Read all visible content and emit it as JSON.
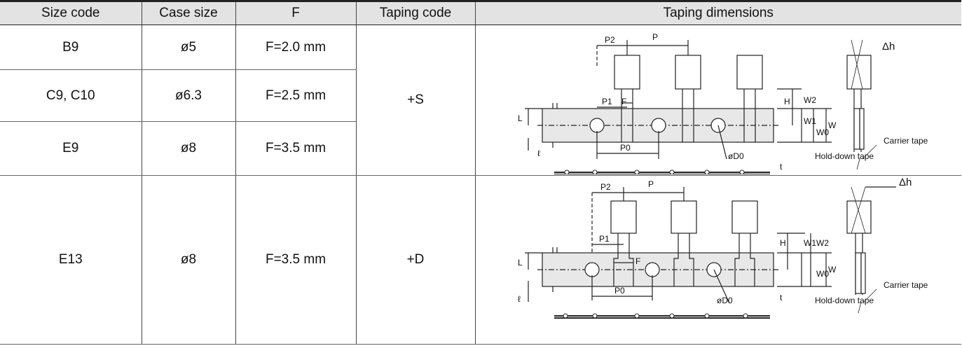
{
  "table": {
    "headers": [
      "Size code",
      "Case size",
      "F",
      "Taping code",
      "Taping dimensions"
    ],
    "rows": [
      {
        "size_code": "B9",
        "case_size": "ø5",
        "f": "F=2.0 mm"
      },
      {
        "size_code": "C9, C10",
        "case_size": "ø6.3",
        "f": "F=2.5 mm"
      },
      {
        "size_code": "E9",
        "case_size": "ø8",
        "f": "F=3.5 mm"
      },
      {
        "size_code": "E13",
        "case_size": "ø8",
        "f": "F=3.5 mm"
      }
    ],
    "taping_codes": {
      "group_s": "+S",
      "group_d": "+D"
    }
  },
  "diagram_s": {
    "labels": {
      "p2": "P2",
      "p": "P",
      "p1": "P1",
      "f": "F",
      "p0": "P0",
      "h": "H",
      "w2": "W2",
      "w1": "W1",
      "w0": "W0",
      "w": "W",
      "l": "L",
      "ell": "ℓ",
      "d0": "øD0",
      "t": "t",
      "dh": "Δh",
      "carrier": "Carrier tape",
      "hold_down": "Hold-down tape"
    }
  },
  "diagram_d": {
    "labels": {
      "p2": "P2",
      "p": "P",
      "p1": "P1",
      "f": "F",
      "p0": "P0",
      "h": "H",
      "w1w2": "W1W2",
      "w0": "W0",
      "w": "W",
      "l": "L",
      "ell": "ℓ",
      "d0": "øD0",
      "t": "t",
      "dh": "Δh",
      "carrier": "Carrier tape",
      "hold_down": "Hold-down tape"
    }
  },
  "colors": {
    "header_bg": "#e3e3e3",
    "tape_fill": "#e8e8e8",
    "line": "#222222"
  }
}
